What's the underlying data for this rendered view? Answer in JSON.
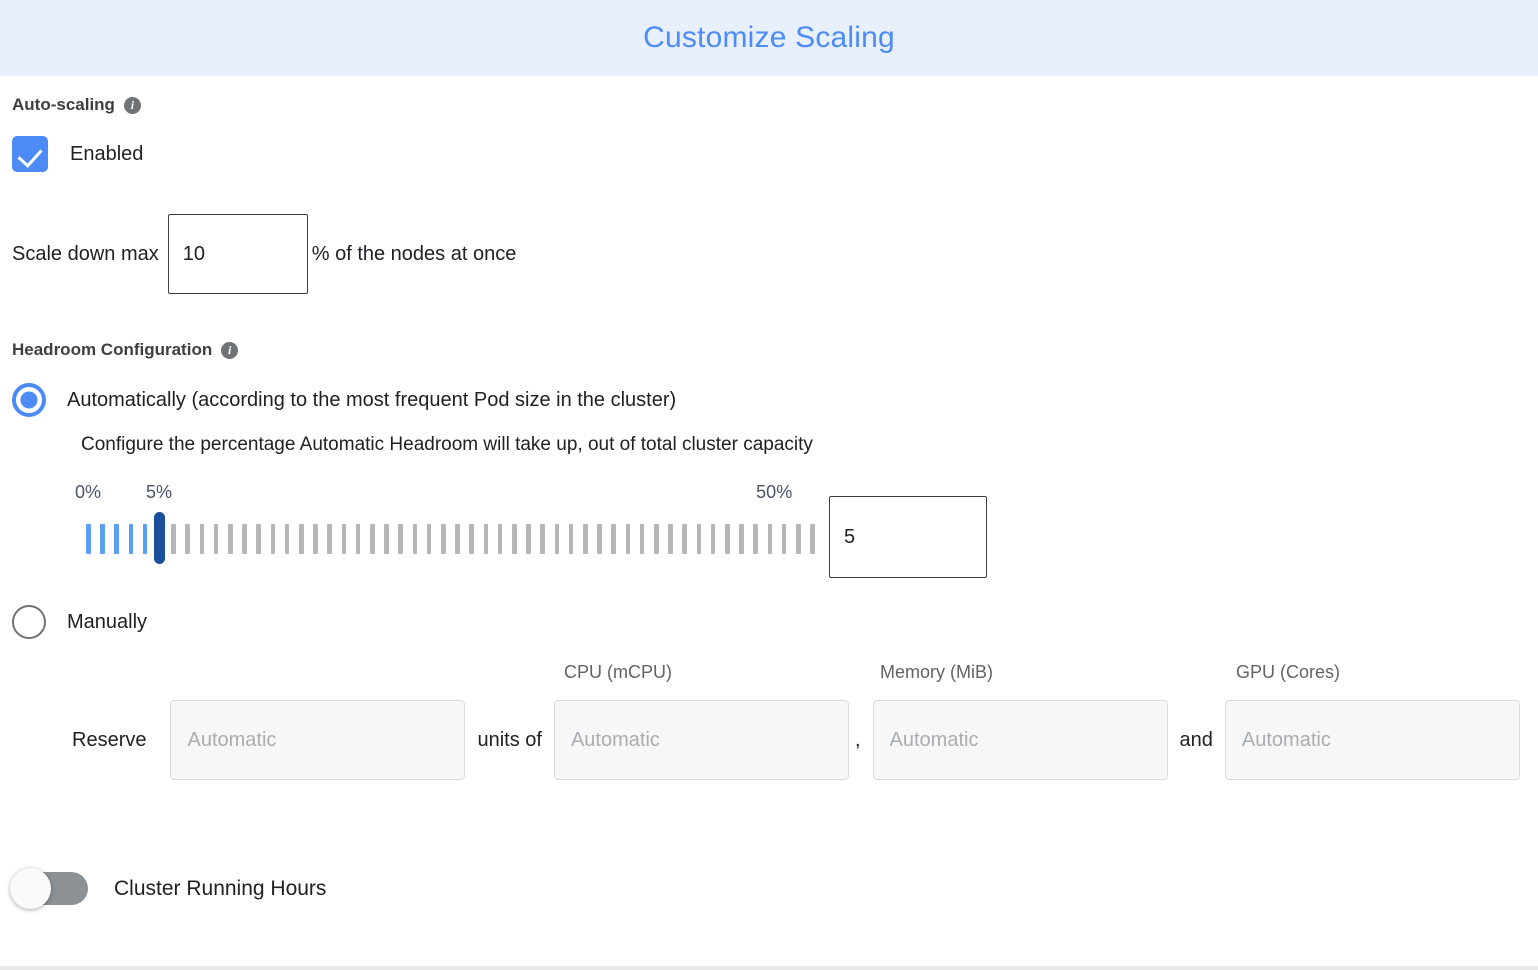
{
  "dialog": {
    "title": "Customize Scaling",
    "title_color": "#4d8bf8",
    "header_bg": "#e8f0fe"
  },
  "autoscaling": {
    "section_label": "Auto-scaling",
    "info_glyph": "i",
    "enabled_label": "Enabled",
    "enabled_checked": true,
    "accent_color": "#4c8bf5",
    "scale_down": {
      "prefix_label": "Scale down max",
      "value": "10",
      "suffix_label": "% of the nodes at once"
    }
  },
  "headroom": {
    "section_label": "Headroom Configuration",
    "info_glyph": "i",
    "automatic": {
      "label": "Automatically (according to the most frequent Pod size in the cluster)",
      "description": "Configure the percentage Automatic Headroom will take up, out of total cluster capacity",
      "selected": true
    },
    "slider": {
      "min_label": "0%",
      "value_label": "5%",
      "max_label": "50%",
      "min": 0,
      "max": 50,
      "value": 5,
      "tick_count": 52,
      "filled_color": "#59a0f5",
      "empty_color": "#b6b6b6",
      "thumb_color": "#1a4f9c",
      "label_color": "#4b5468"
    },
    "percent_input_value": "5",
    "manual": {
      "label": "Manually",
      "selected": false,
      "reserve_label": "Reserve",
      "units_of_label": "units of",
      "comma": ",",
      "and_label": "and",
      "columns": [
        {
          "header": "CPU (mCPU)",
          "placeholder": "Automatic",
          "value": ""
        },
        {
          "header": "Memory (MiB)",
          "placeholder": "Automatic",
          "value": ""
        },
        {
          "header": "GPU (Cores)",
          "placeholder": "Automatic",
          "value": ""
        }
      ],
      "units_placeholder": "Automatic",
      "units_value": ""
    }
  },
  "cluster_running_hours": {
    "label": "Cluster Running Hours",
    "enabled": false,
    "track_color": "#8c9196"
  }
}
